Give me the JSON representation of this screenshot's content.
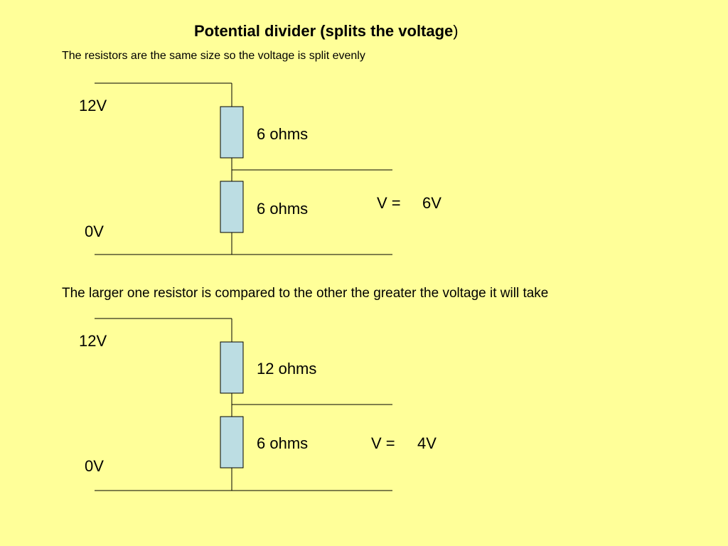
{
  "colors": {
    "background": "#FFFF99",
    "resistor_fill": "#BCDDE3",
    "wire": "#000000"
  },
  "title": {
    "bold_text": "Potential divider  (splits the voltage",
    "close_paren": ")"
  },
  "intro_text": "The resistors are the same size so the voltage is split evenly",
  "middle_text": "The larger one resistor is compared to the other the greater the voltage it will take",
  "circuit_1": {
    "top_voltage": "12V",
    "bottom_voltage": "0V",
    "r1_label": "6 ohms",
    "r2_label": "6 ohms",
    "v_label": "V =",
    "v_value": "6V"
  },
  "circuit_2": {
    "top_voltage": "12V",
    "bottom_voltage": "0V",
    "r1_label": "12 ohms",
    "r2_label": "6 ohms",
    "v_label": "V =",
    "v_value": "4V"
  }
}
